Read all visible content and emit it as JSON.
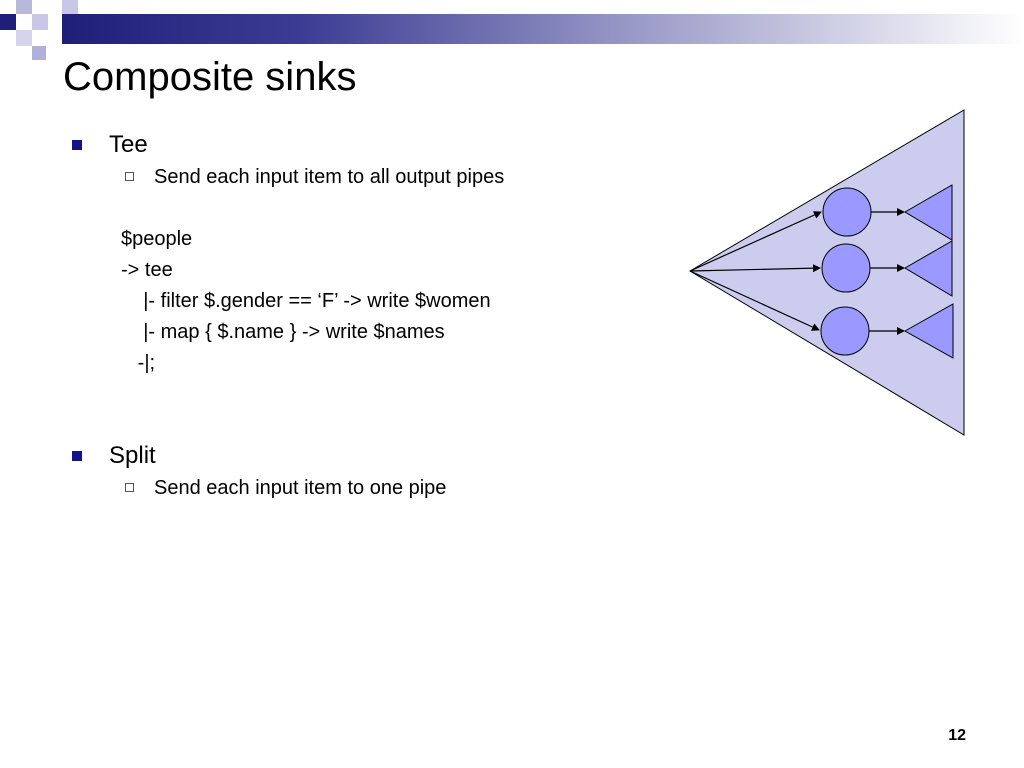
{
  "slide": {
    "title": "Composite sinks",
    "page_number": "12"
  },
  "tee": {
    "label": "Tee",
    "description": "Send each input item to all output pipes",
    "code_lines": [
      "$people",
      "-> tee",
      "    |- filter $.gender == ‘F’ -> write $women",
      "    |- map { $.name } -> write $names",
      "   -|;"
    ]
  },
  "split": {
    "label": "Split",
    "description": "Send each input item to one pipe"
  },
  "colors": {
    "bullet": "#14148a",
    "title_bar_dark": "#1f1f7a",
    "diagram_fill": "#ccccee",
    "node_fill": "#9999ff"
  }
}
